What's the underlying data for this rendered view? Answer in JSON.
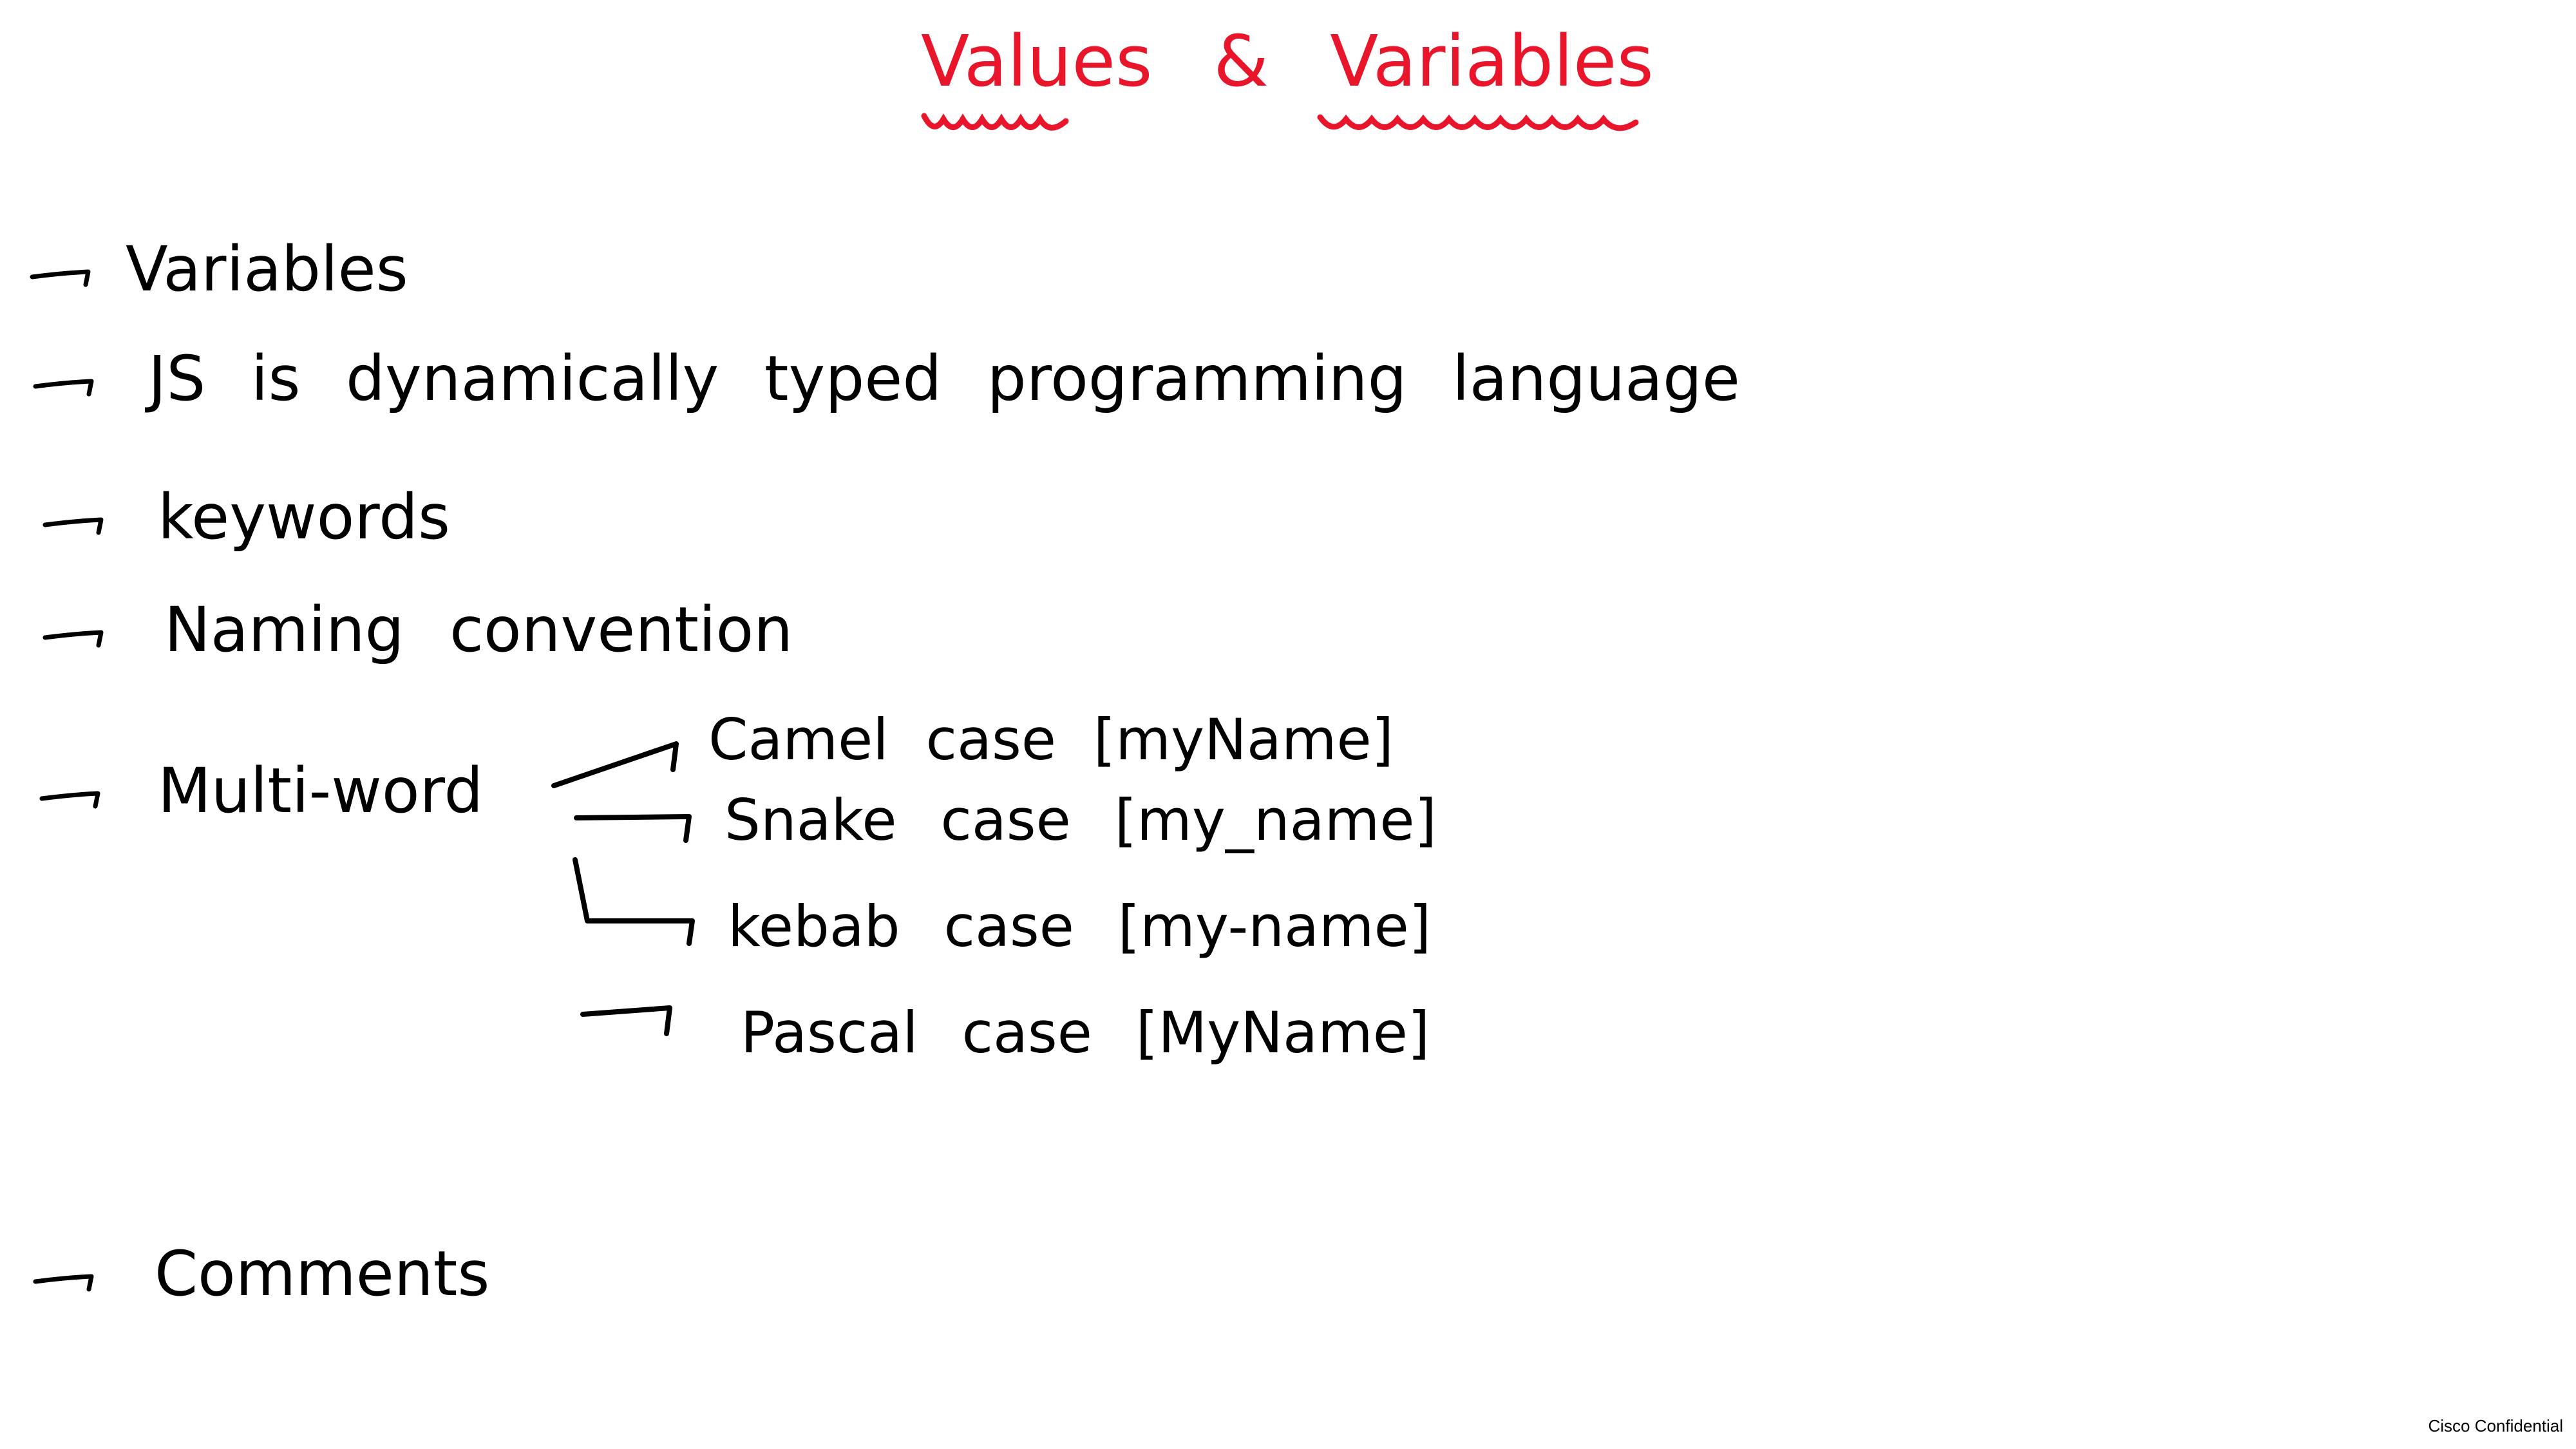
{
  "title": {
    "word1": "Values",
    "amp": "&",
    "word2": "Variables",
    "color": "#e8152b"
  },
  "items": {
    "variables": "Variables",
    "dynamic": "JS is dynamically typed programming language",
    "keywords": "keywords",
    "naming": "Naming convention",
    "multiword": "Multi-word",
    "comments": "Comments"
  },
  "cases": {
    "camel": "Camel case [myName]",
    "snake": "Snake case [my_name]",
    "kebab": "kebab case [my-name]",
    "pascal": "Pascal case [MyName]"
  },
  "footer": "Cisco Confidential",
  "icons": {
    "bullet": "arrow-right-icon"
  }
}
